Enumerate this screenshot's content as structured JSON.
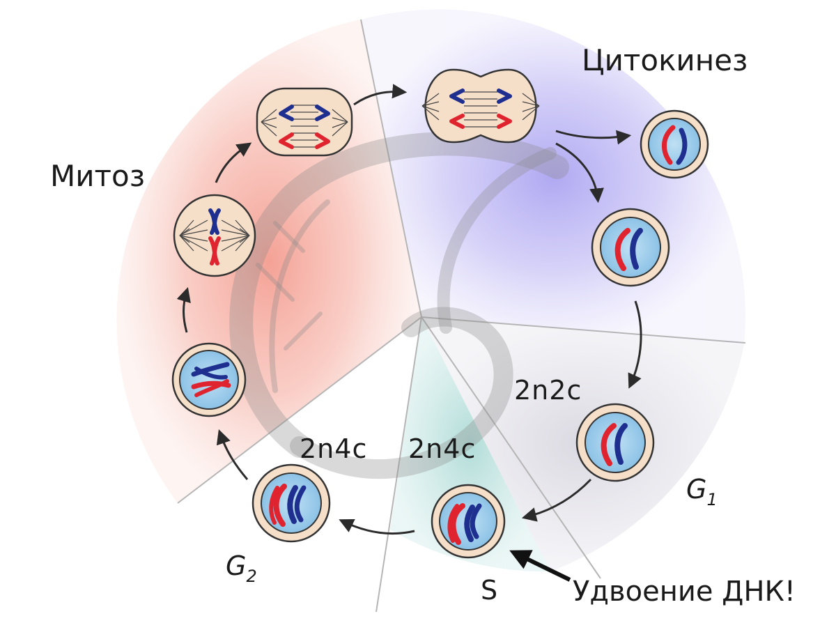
{
  "labels": {
    "mitosis": "Митоз",
    "cytokinesis": "Цитокинез",
    "g1_letter": "G",
    "g1_sub": "1",
    "g2_letter": "G",
    "g2_sub": "2",
    "s_phase": "S",
    "dna_replication": "Удвоение ДНК!",
    "ploidy_g1": "2n2c",
    "ploidy_s": "2n4c",
    "ploidy_g2": "2n4c"
  },
  "colors": {
    "sector_mitosis": "#f7b3a6",
    "sector_cytokinesis": "#b7b1f2",
    "sector_g1": "#e4e3ec",
    "sector_s": "#bfe3e0",
    "cell_cytoplasm": "#f6dfc9",
    "nucleus": "#a9d3ee",
    "chromosome_red": "#e0242f",
    "chromosome_blue": "#1f2f8f",
    "arrow": "#2b2b2b"
  }
}
